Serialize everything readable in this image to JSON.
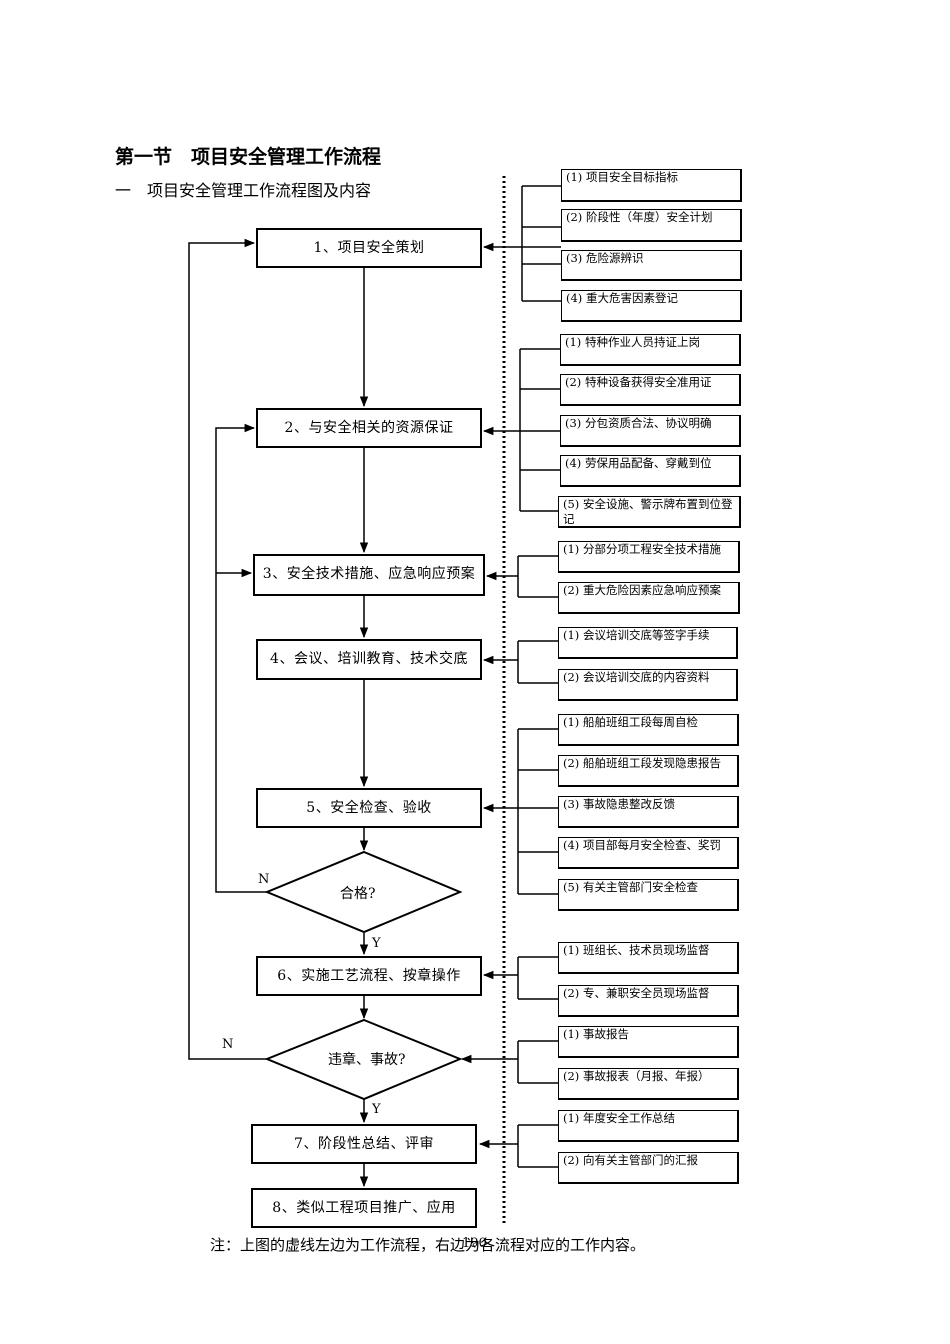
{
  "heading": "第一节　项目安全管理工作流程",
  "subheading": "一　项目安全管理工作流程图及内容",
  "flow": {
    "step1": "1、项目安全策划",
    "step2": "2、与安全相关的资源保证",
    "step3": "3、安全技术措施、应急响应预案",
    "step4": "4、会议、培训教育、技术交底",
    "step5": "5、安全检查、验收",
    "decision1": "合格?",
    "step6": "6、实施工艺流程、按章操作",
    "decision2": "违章、事故?",
    "step7": "7、阶段性总结、评审",
    "step8": "8、类似工程项目推广、应用",
    "n1": "N",
    "y1": "Y",
    "n2": "N",
    "y2": "Y"
  },
  "content": {
    "g1": [
      "(1) 项目安全目标指标",
      "(2) 阶段性（年度）安全计划",
      "(3) 危险源辨识",
      "(4) 重大危害因素登记"
    ],
    "g2": [
      "(1) 特种作业人员持证上岗",
      "(2) 特种设备获得安全准用证",
      "(3) 分包资质合法、协议明确",
      "(4) 劳保用品配备、穿戴到位",
      "(5) 安全设施、警示牌布置到位登记"
    ],
    "g3": [
      "(1) 分部分项工程安全技术措施",
      "(2) 重大危险因素应急响应预案"
    ],
    "g4": [
      "(1) 会议培训交底等签字手续",
      "(2) 会议培训交底的内容资料"
    ],
    "g5": [
      "(1) 船舶班组工段每周自检",
      "(2) 船舶班组工段发现隐患报告",
      "(3) 事故隐患整改反馈",
      "(4) 项目部每月安全检查、奖罚",
      "(5) 有关主管部门安全检查"
    ],
    "g6": [
      "(1) 班组长、技术员现场监督",
      "(2) 专、兼职安全员现场监督"
    ],
    "g7": [
      "(1) 事故报告",
      "(2) 事故报表（月报、年报）"
    ],
    "g8": [
      "(1) 年度安全工作总结",
      "(2) 向有关主管部门的汇报"
    ]
  },
  "note": "注：上图的虚线左边为工作流程，右边为各流程对应的工作内容。",
  "page_number": "190"
}
